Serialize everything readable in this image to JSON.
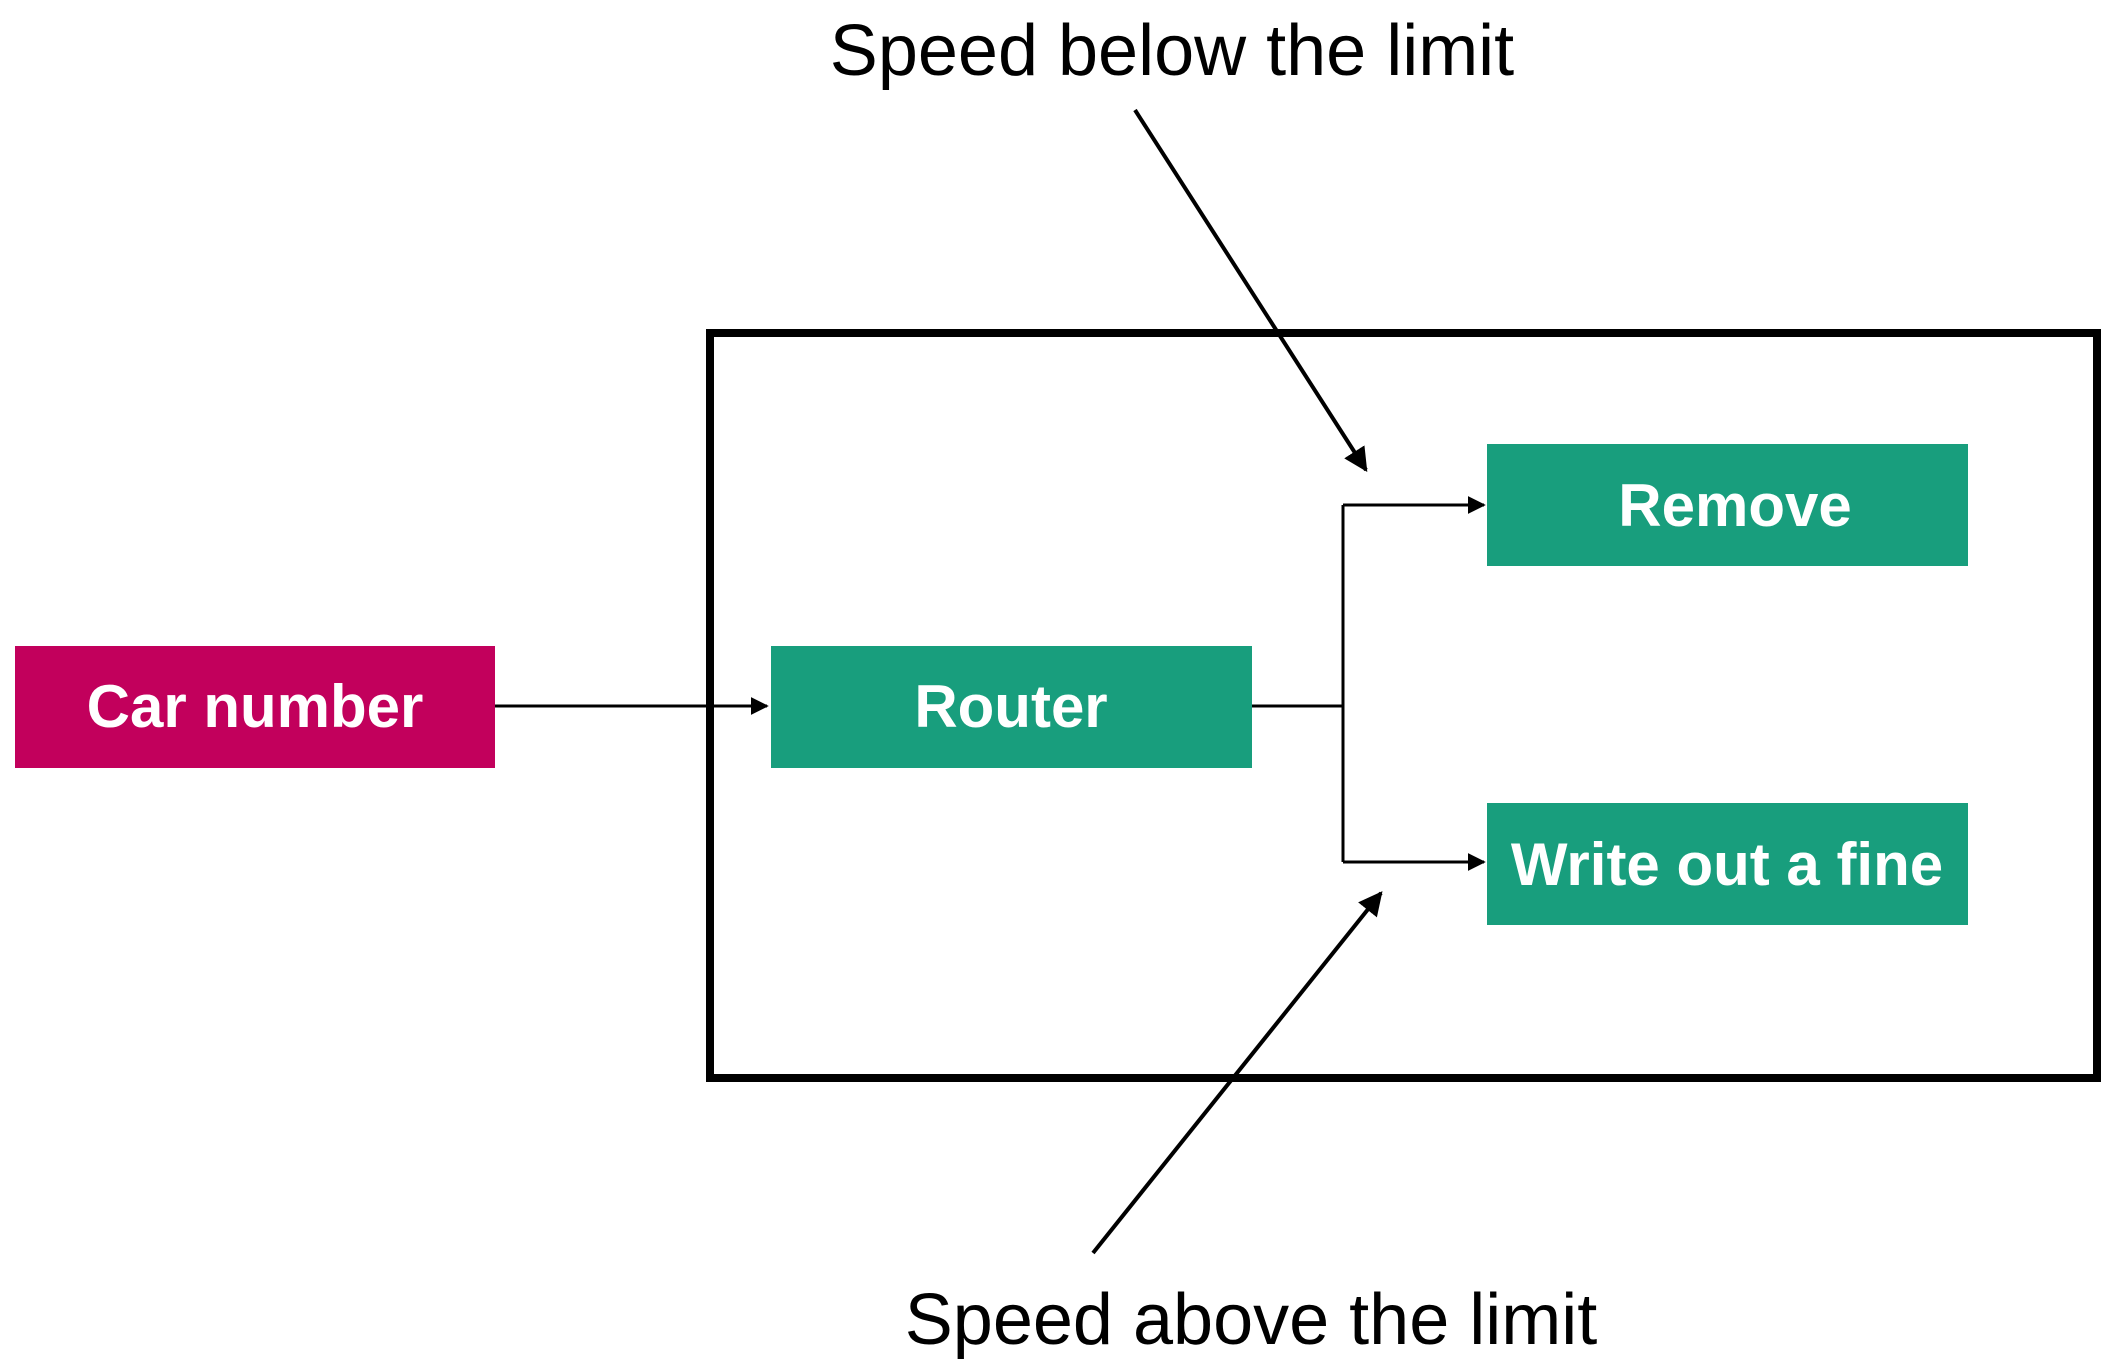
{
  "colors": {
    "input_node": "#c2005c",
    "process_node": "#189e7d",
    "node_text": "#ffffff",
    "line": "#000000",
    "background": "#ffffff"
  },
  "nodes": {
    "car_number": "Car number",
    "router": "Router",
    "remove": "Remove",
    "write_fine": "Write out a fine"
  },
  "annotations": {
    "below_limit": "Speed below the limit",
    "above_limit": "Speed above the limit"
  }
}
